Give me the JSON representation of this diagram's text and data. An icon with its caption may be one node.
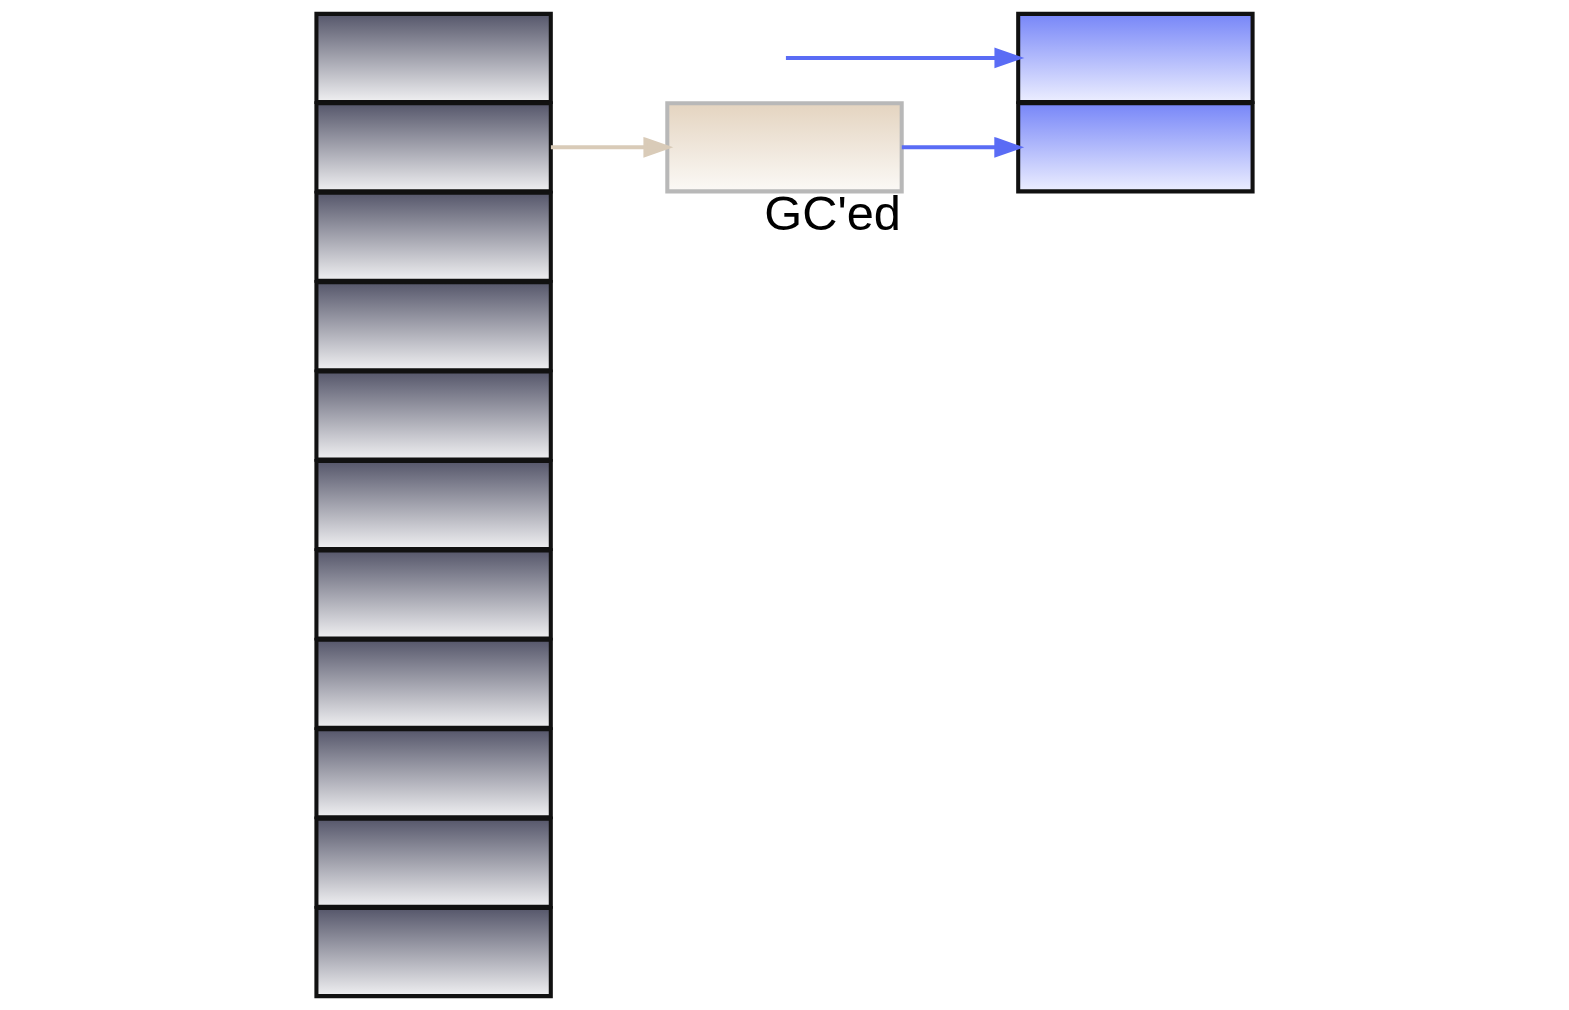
{
  "diagram": {
    "nodes": [
      {
        "text": [],
        "shape": "box"
      },
      {
        "text": [],
        "shape": "box"
      },
      {
        "text": [],
        "shape": "box"
      },
      {
        "text": [],
        "shape": "box"
      },
      {
        "text": [],
        "shape": "box"
      },
      {
        "text": [],
        "shape": "box"
      },
      {
        "text": [],
        "shape": "box"
      },
      {
        "text": [],
        "shape": "box"
      },
      {
        "text": [],
        "shape": "box"
      },
      {
        "text": [],
        "shape": "box"
      },
      {
        "text": [],
        "shape": "box"
      },
      {
        "text": [],
        "shape": "box",
        "beside": [
          "GC'ed"
        ]
      },
      {
        "text": [],
        "shape": "box"
      },
      {
        "text": [],
        "shape": "box"
      }
    ],
    "edges": [
      {
        "from": 1,
        "to": 11,
        "arrow": "to",
        "color": "#d9cbb8"
      },
      {
        "from": null,
        "to": 12,
        "arrow": "to"
      },
      {
        "from": 11,
        "to": 13,
        "arrow": "to"
      }
    ]
  }
}
